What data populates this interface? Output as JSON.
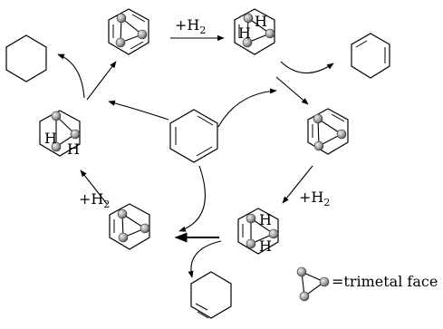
{
  "labels": {
    "h2_top": "+H",
    "h2_top_sub": "2",
    "h2_right": "+H",
    "h2_right_sub": "2",
    "h2_left": "+H",
    "h2_left_sub": "2",
    "legend": "=trimetal face",
    "atom_h": "H"
  },
  "colors": {
    "atom_fill": "#9a9a9a",
    "atom_highlight": "#e6e6e6",
    "line": "#000000"
  }
}
